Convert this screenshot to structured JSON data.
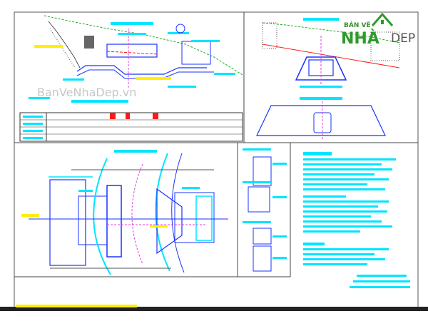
{
  "watermark": {
    "text": "BanVeNhaDep.vn",
    "logo_top": "BẢN VẼ",
    "logo_main": "NHÀ",
    "logo_tail": "DEP"
  },
  "colors": {
    "frame": "#444444",
    "cyan": "#00e5ff",
    "blue": "#1a33ff",
    "magenta": "#e040e0",
    "red": "#ff1a1a",
    "green_dash": "#22aa22",
    "yellow": "#ffee00",
    "bg": "#ffffff"
  }
}
